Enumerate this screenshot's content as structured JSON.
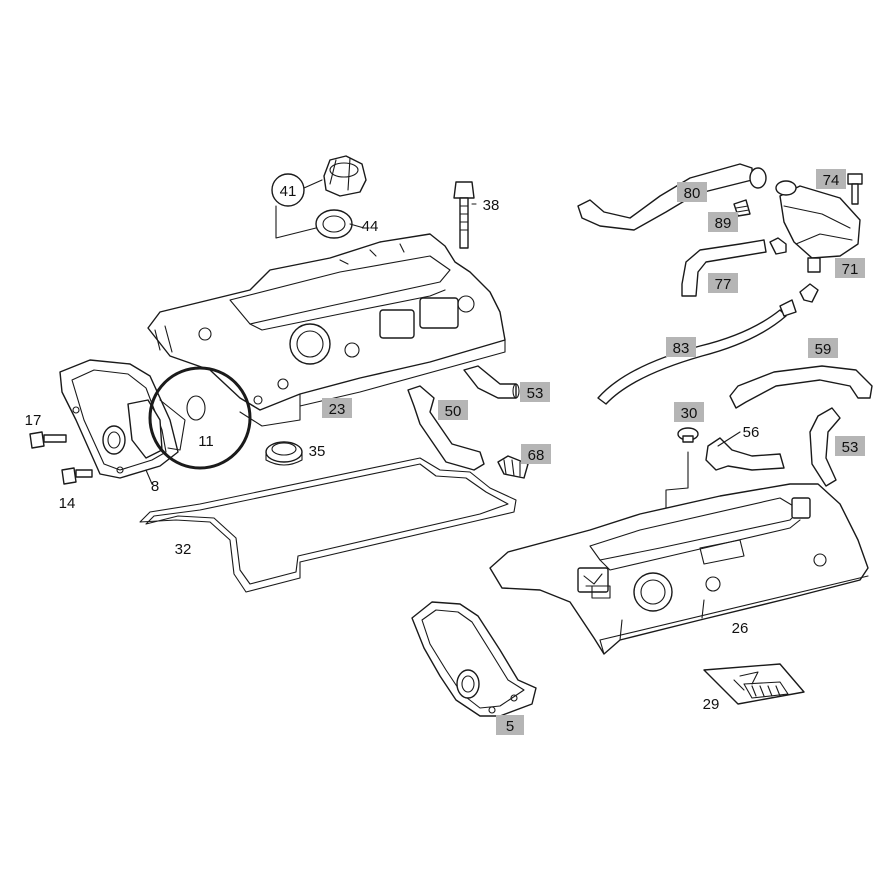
{
  "diagram": {
    "callouts": [
      {
        "id": "41",
        "text": "41"
      },
      {
        "id": "44",
        "text": "44"
      },
      {
        "id": "38",
        "text": "38"
      },
      {
        "id": "80",
        "text": "80"
      },
      {
        "id": "74",
        "text": "74"
      },
      {
        "id": "89",
        "text": "89"
      },
      {
        "id": "71",
        "text": "71"
      },
      {
        "id": "77",
        "text": "77"
      },
      {
        "id": "83",
        "text": "83"
      },
      {
        "id": "59",
        "text": "59"
      },
      {
        "id": "53a",
        "text": "53"
      },
      {
        "id": "50",
        "text": "50"
      },
      {
        "id": "23",
        "text": "23"
      },
      {
        "id": "30",
        "text": "30"
      },
      {
        "id": "56",
        "text": "56"
      },
      {
        "id": "53b",
        "text": "53"
      },
      {
        "id": "17",
        "text": "17"
      },
      {
        "id": "11",
        "text": "11"
      },
      {
        "id": "35",
        "text": "35"
      },
      {
        "id": "68",
        "text": "68"
      },
      {
        "id": "14",
        "text": "14"
      },
      {
        "id": "8",
        "text": "8"
      },
      {
        "id": "32",
        "text": "32"
      },
      {
        "id": "26",
        "text": "26"
      },
      {
        "id": "29",
        "text": "29"
      },
      {
        "id": "5",
        "text": "5"
      }
    ]
  }
}
